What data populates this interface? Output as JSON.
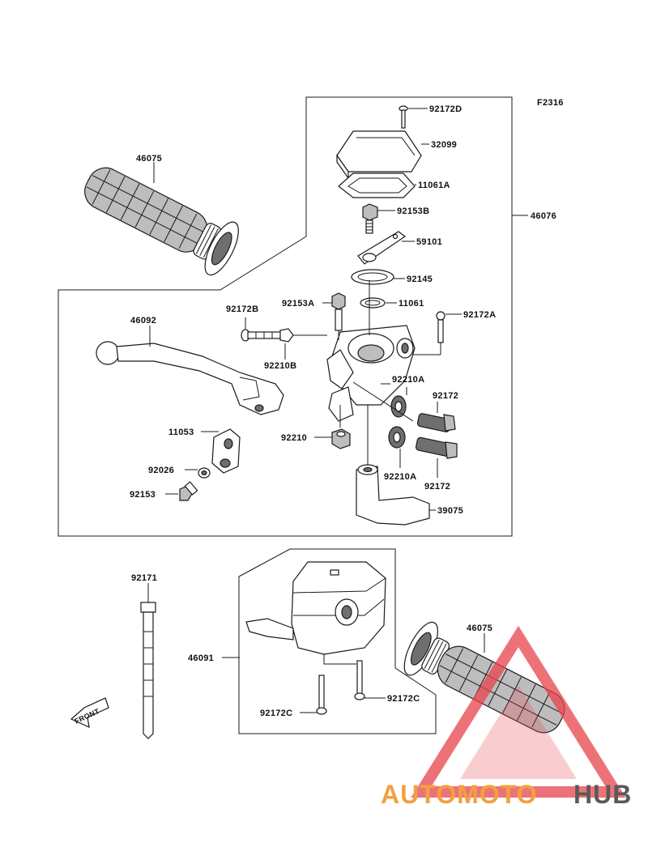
{
  "figure_code": "F2316",
  "labels": {
    "l46075_top": "46075",
    "l92172D": "92172D",
    "l32099": "32099",
    "l11061A": "11061A",
    "l46076": "46076",
    "l92153B": "92153B",
    "l59101": "59101",
    "l92145": "92145",
    "l92153A": "92153A",
    "l11061": "11061",
    "l92172A": "92172A",
    "l46092": "46092",
    "l92172B": "92172B",
    "l92210B": "92210B",
    "l92210A_top": "92210A",
    "l92172_top": "92172",
    "l11053": "11053",
    "l92210": "92210",
    "l92026": "92026",
    "l92210A_bot": "92210A",
    "l92172_bot": "92172",
    "l92153": "92153",
    "l39075": "39075",
    "l92171": "92171",
    "l46075_bot": "46075",
    "l46091": "46091",
    "l92172C_left": "92172C",
    "l92172C_right": "92172C"
  },
  "front_arrow": "FRONT",
  "watermark": {
    "part1": "AUTOMOTO",
    "part2": "HUB",
    "color_primary": "#f2a040",
    "color_secondary": "#5a5a5a",
    "triangle_color": "#e8434a"
  }
}
